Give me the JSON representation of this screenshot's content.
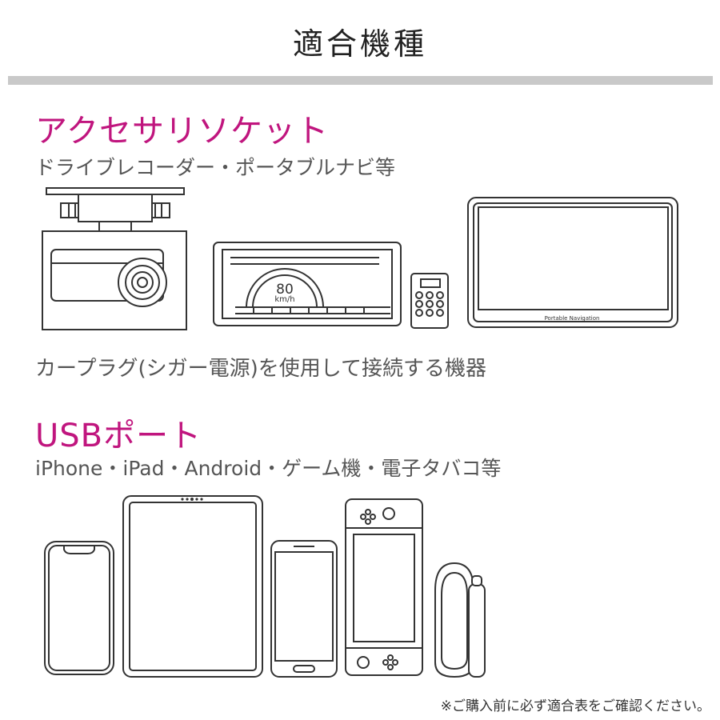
{
  "title": "適合機種",
  "accessory": {
    "heading": "アクセサリソケット",
    "sub": "ドライブレコーダー・ポータブルナビ等",
    "note": "カープラグ(シガー電源)を使用して接続する機器",
    "speed_value": "80",
    "speed_unit": "km/h",
    "nav_label": "Portable Navigation"
  },
  "usb": {
    "heading": "USBポート",
    "sub": "iPhone・iPad・Android・ゲーム機・電子タバコ等"
  },
  "disclaimer": "※ご購入前に必ず適合表をご確認ください。"
}
